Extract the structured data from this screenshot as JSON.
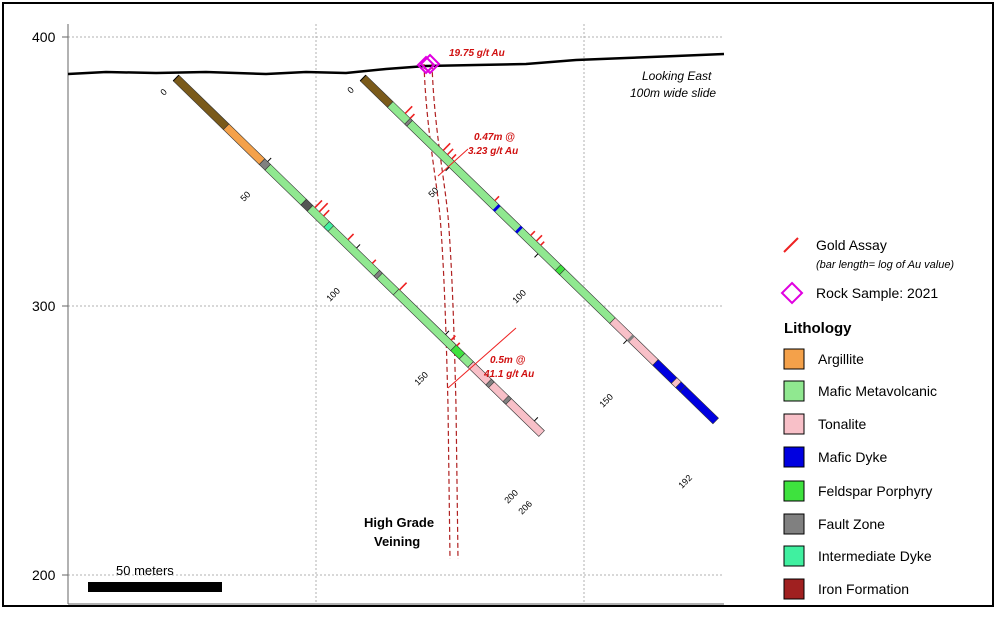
{
  "elevation_axis": {
    "label_400": "400",
    "label_300": "300",
    "label_200": "200"
  },
  "surface_note": {
    "line1": "Looking East",
    "line2": "100m wide slide"
  },
  "scale_bar": {
    "label": "50 meters"
  },
  "veining": {
    "line1": "High Grade",
    "line2": "Veining"
  },
  "rock_sample": {
    "value": "19.75 g/t Au"
  },
  "assays": {
    "hole2_upper": {
      "line1": "0.47m @",
      "line2": "3.23 g/t Au"
    },
    "hole1_lower": {
      "line1": "0.5m @",
      "line2": "41.1 g/t Au"
    }
  },
  "hole1": {
    "depth_0": "0",
    "depth_50": "50",
    "depth_100": "100",
    "depth_150": "150",
    "depth_200": "200",
    "depth_end": "206"
  },
  "hole2": {
    "depth_0": "0",
    "depth_50": "50",
    "depth_100": "100",
    "depth_150": "150",
    "depth_end": "192"
  },
  "legend": {
    "gold_assay": "Gold Assay",
    "gold_assay_note": "(bar length= log of Au value)",
    "rock_sample": "Rock Sample: 2021",
    "lithology_title": "Lithology",
    "items": [
      {
        "label": "Argillite",
        "color": "#f4a14a"
      },
      {
        "label": "Mafic Metavolcanic",
        "color": "#90e890"
      },
      {
        "label": "Tonalite",
        "color": "#f8c0c8"
      },
      {
        "label": "Mafic Dyke",
        "color": "#0000e0"
      },
      {
        "label": "Feldspar Porphyry",
        "color": "#3ee23e"
      },
      {
        "label": "Fault Zone",
        "color": "#808080"
      },
      {
        "label": "Intermediate Dyke",
        "color": "#40f0a0"
      },
      {
        "label": "Iron Formation",
        "color": "#a02020"
      }
    ]
  },
  "colors": {
    "gold_assay": "#ee2222",
    "rock_sample": "#e000e0",
    "annotation": "#d01010",
    "overburden": "#7a5a1a"
  }
}
